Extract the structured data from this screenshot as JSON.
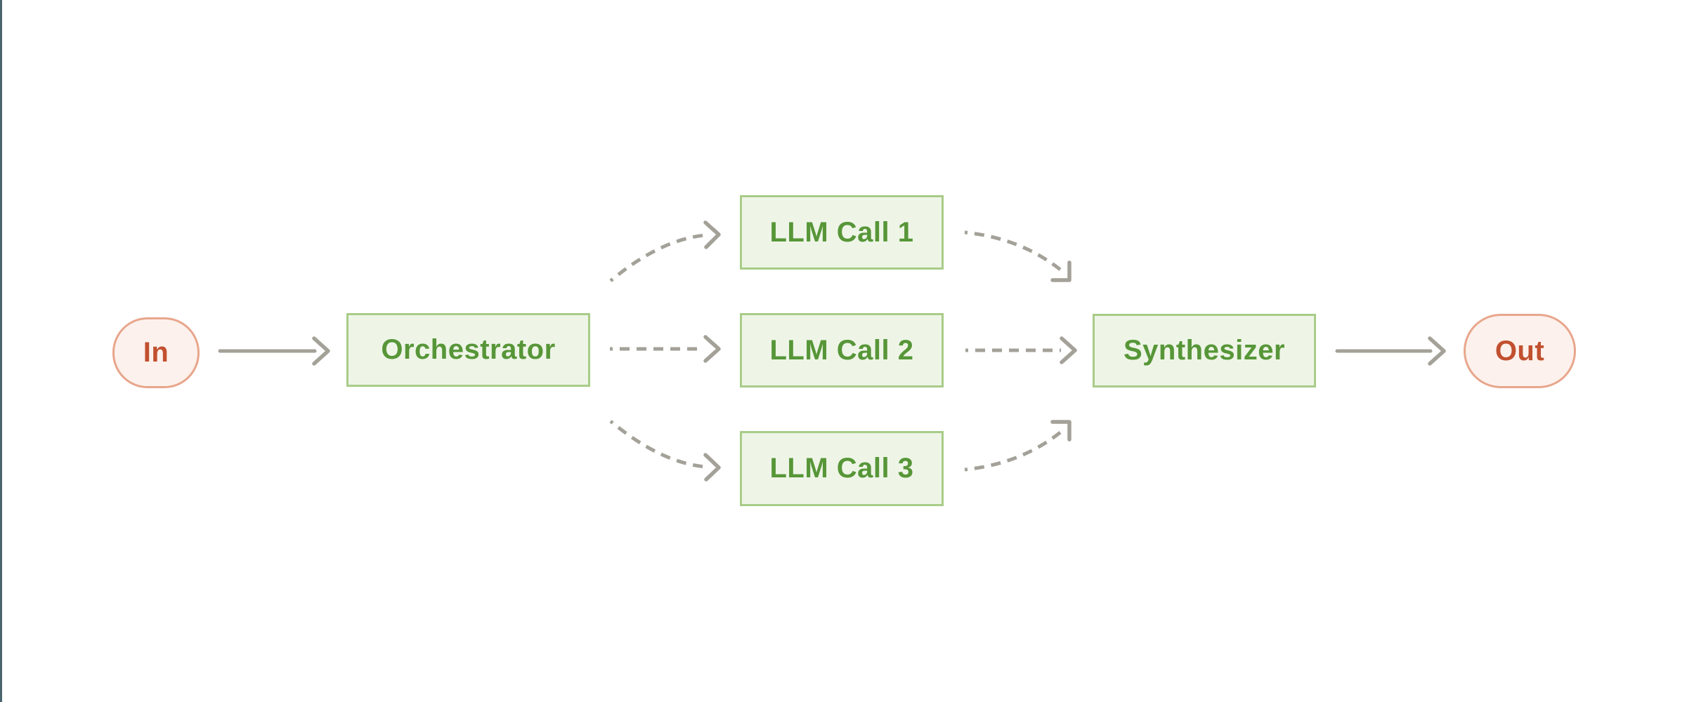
{
  "colors": {
    "background": "#ffffff",
    "left_accent": "#4b656e",
    "node_green_fill": "#eef5e7",
    "node_green_border": "#a8cc88",
    "node_green_text": "#579638",
    "terminal_pink_fill": "#fcf1ec",
    "terminal_pink_border": "#e8a68c",
    "terminal_red_text": "#c1502f",
    "arrow_gray": "#a3a198"
  },
  "nodes": {
    "in": {
      "label": "In",
      "type": "terminal"
    },
    "orchestrator": {
      "label": "Orchestrator",
      "type": "process"
    },
    "llm_call_1": {
      "label": "LLM Call 1",
      "type": "process"
    },
    "llm_call_2": {
      "label": "LLM Call 2",
      "type": "process"
    },
    "llm_call_3": {
      "label": "LLM Call 3",
      "type": "process"
    },
    "synthesizer": {
      "label": "Synthesizer",
      "type": "process"
    },
    "out": {
      "label": "Out",
      "type": "terminal"
    }
  },
  "edges": [
    {
      "from": "in",
      "to": "orchestrator",
      "style": "solid"
    },
    {
      "from": "orchestrator",
      "to": "llm_call_1",
      "style": "dashed"
    },
    {
      "from": "orchestrator",
      "to": "llm_call_2",
      "style": "dashed"
    },
    {
      "from": "orchestrator",
      "to": "llm_call_3",
      "style": "dashed"
    },
    {
      "from": "llm_call_1",
      "to": "synthesizer",
      "style": "dashed"
    },
    {
      "from": "llm_call_2",
      "to": "synthesizer",
      "style": "dashed"
    },
    {
      "from": "llm_call_3",
      "to": "synthesizer",
      "style": "dashed"
    },
    {
      "from": "synthesizer",
      "to": "out",
      "style": "solid"
    }
  ]
}
